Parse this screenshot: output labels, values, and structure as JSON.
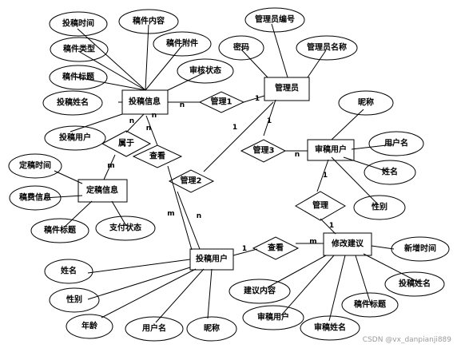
{
  "entities": {
    "submission_info": "投稿信息",
    "admin": "管理员",
    "review_user": "审稿用户",
    "pricing_info": "定稿信息",
    "contributor_user": "投稿用户",
    "revision_suggestion": "修改建议"
  },
  "relationships": {
    "manage1": "管理1",
    "manage2": "管理2",
    "manage3": "管理3",
    "belongs_to": "属于",
    "view_upper": "查看",
    "view_lower": "查看",
    "manage": "管理"
  },
  "attributes": {
    "submission_time": "投稿时间",
    "manuscript_content": "稿件内容",
    "manuscript_type": "稿件类型",
    "manuscript_attachment": "稿件附件",
    "manuscript_title": "稿件标题",
    "review_status": "审核状态",
    "submission_name": "投稿姓名",
    "submission_user": "投稿用户",
    "admin_id": "管理员编号",
    "password": "密码",
    "admin_name": "管理员名称",
    "nickname_reviewer": "昵称",
    "username_reviewer": "用户名",
    "name_reviewer": "姓名",
    "gender_reviewer": "性别",
    "pricing_time": "定稿时间",
    "fee_info": "稿费信息",
    "pricing_title": "稿件标题",
    "payment_status": "支付状态",
    "name_contrib": "姓名",
    "gender_contrib": "性别",
    "age": "年龄",
    "username_contrib": "用户名",
    "nickname_contrib": "昵称",
    "new_time": "新增时间",
    "suggestion_content": "建议内容",
    "suggestion_submission_name": "投稿姓名",
    "suggestion_title": "稿件标题",
    "suggestion_review_user": "审稿用户",
    "suggestion_review_name": "审稿姓名"
  },
  "cardinalities": {
    "c1": "n",
    "c2": "1",
    "c3": "1",
    "c4": "n",
    "c5": "n",
    "c6": "1",
    "c7": "n",
    "c8": "m",
    "c9": "n",
    "c10": "m",
    "c11": "1",
    "c12": "1",
    "c13": "m",
    "c14": "1",
    "c15": "n"
  },
  "watermark": "CSDN @vx_danpianji889"
}
